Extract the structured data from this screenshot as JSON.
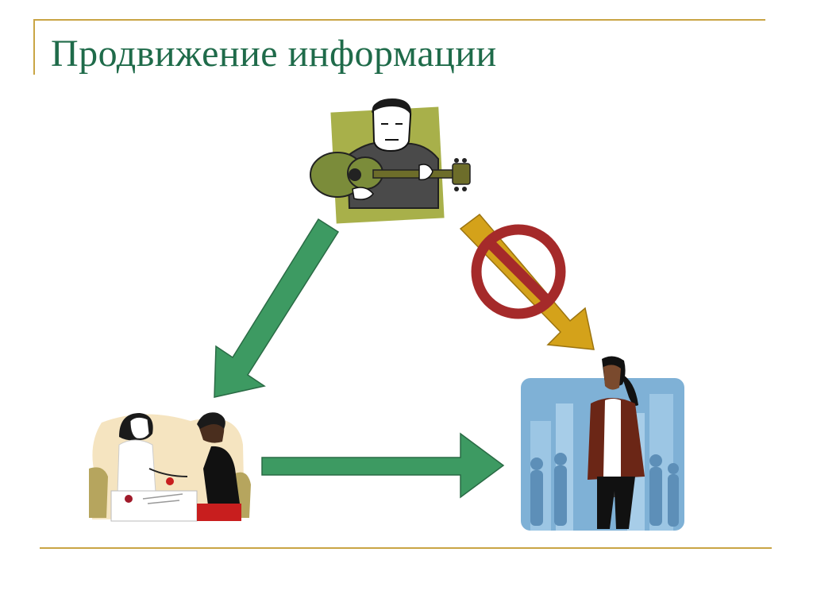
{
  "slide": {
    "title": "Продвижение информации"
  },
  "colors": {
    "title": "#1f6b4a",
    "rule": "#c9a545",
    "arrow_allowed": "#3d9a62",
    "arrow_blocked": "#d4a21a",
    "prohibition_sign": "#a52a2a",
    "sky": "#7fb1d6"
  },
  "nodes": [
    {
      "role": "source",
      "depicts": "guitarist"
    },
    {
      "role": "receiver",
      "depicts": "two-women-at-table"
    },
    {
      "role": "receiver",
      "depicts": "woman-walking-in-city"
    }
  ],
  "edges": [
    {
      "from": "guitarist",
      "to": "two-women-at-table",
      "status": "allowed"
    },
    {
      "from": "two-women-at-table",
      "to": "woman-walking-in-city",
      "status": "allowed"
    },
    {
      "from": "guitarist",
      "to": "woman-walking-in-city",
      "status": "blocked"
    }
  ]
}
